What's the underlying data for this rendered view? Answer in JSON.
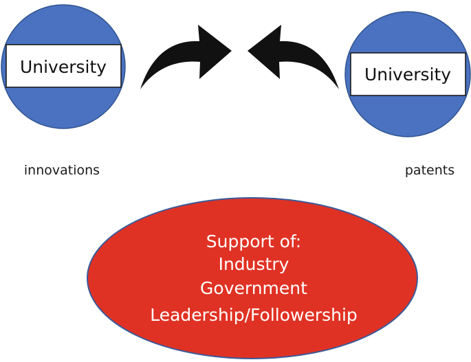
{
  "nodes": {
    "left_circle": {
      "label": "University",
      "fill": "#4a72c0",
      "stroke": "#2f528f"
    },
    "right_circle": {
      "label": "University",
      "fill": "#4a72c0",
      "stroke": "#2f528f"
    },
    "support_ellipse": {
      "lines": [
        "Support of:",
        "Industry",
        "Government",
        "Leadership/Followership"
      ],
      "fill": "#e03224",
      "stroke": "#3a5a9a",
      "text_color": "#ffffff"
    }
  },
  "captions": {
    "left": "innovations",
    "right": "patents"
  },
  "arrows": {
    "color": "#111111"
  }
}
